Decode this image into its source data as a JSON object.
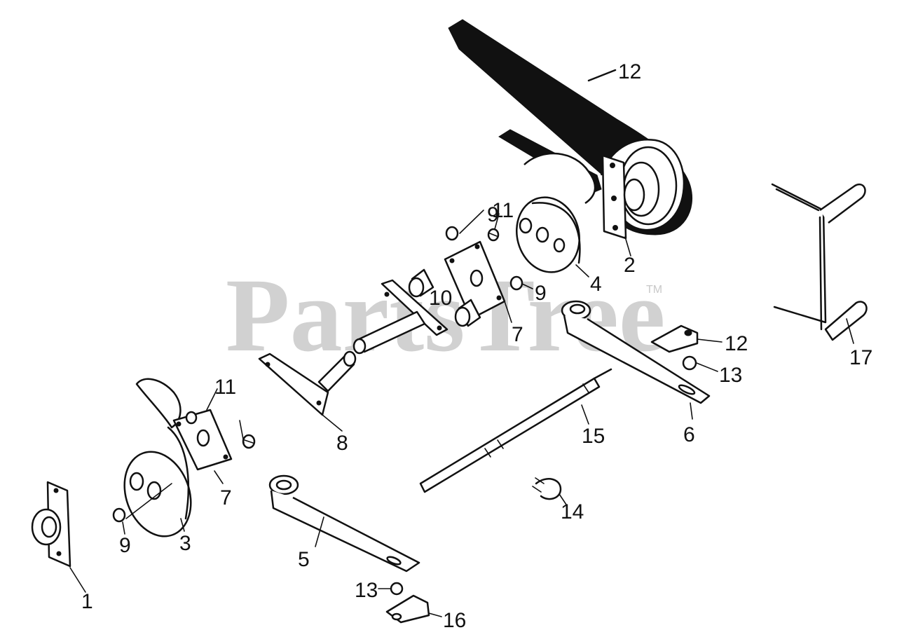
{
  "watermark": {
    "text": "PartsTree",
    "trademark": "TM"
  },
  "labels": [
    {
      "id": "1",
      "text": "1"
    },
    {
      "id": "2",
      "text": "2"
    },
    {
      "id": "3",
      "text": "3"
    },
    {
      "id": "4",
      "text": "4"
    },
    {
      "id": "5",
      "text": "5"
    },
    {
      "id": "6",
      "text": "6"
    },
    {
      "id": "7a",
      "text": "7"
    },
    {
      "id": "7b",
      "text": "7"
    },
    {
      "id": "8",
      "text": "8"
    },
    {
      "id": "9a",
      "text": "9"
    },
    {
      "id": "9b",
      "text": "9"
    },
    {
      "id": "9c",
      "text": "9"
    },
    {
      "id": "10",
      "text": "10"
    },
    {
      "id": "11a",
      "text": "11"
    },
    {
      "id": "11b",
      "text": "11"
    },
    {
      "id": "12a",
      "text": "12"
    },
    {
      "id": "12b",
      "text": "12"
    },
    {
      "id": "13a",
      "text": "13"
    },
    {
      "id": "13b",
      "text": "13"
    },
    {
      "id": "14",
      "text": "14"
    },
    {
      "id": "15",
      "text": "15"
    },
    {
      "id": "16",
      "text": "16"
    },
    {
      "id": "17",
      "text": "17"
    }
  ]
}
